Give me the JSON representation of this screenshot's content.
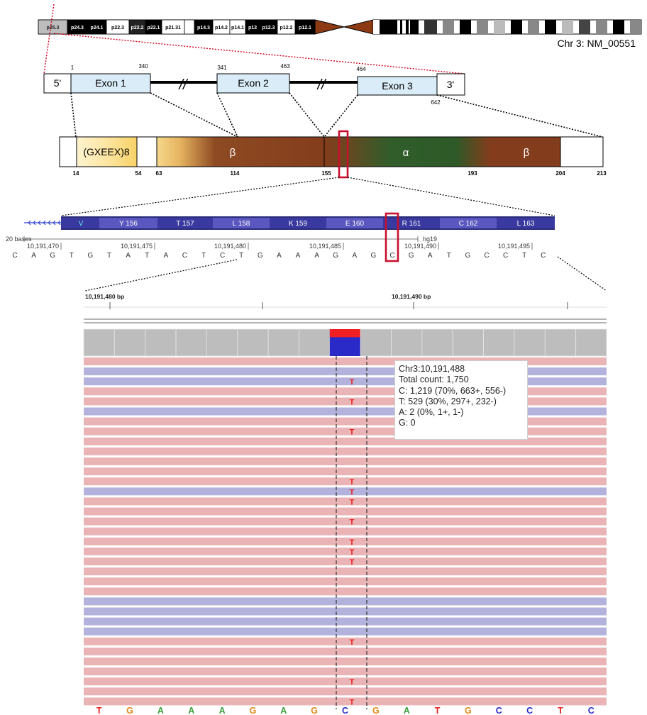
{
  "ideogram": {
    "bands": [
      "p25.3",
      "p24.3",
      "p24.1",
      "p22.3",
      "p22.2",
      "p22.1",
      "p21.31",
      "p14.3",
      "p14.2",
      "p14.1",
      "p13",
      "p12.3",
      "p12.2",
      "p12.1"
    ],
    "gene_label": "Chr 3: NM_00551"
  },
  "gene_model": {
    "five_prime": "5'",
    "three_prime": "3'",
    "exons": [
      {
        "label": "Exon 1",
        "start": "1",
        "end": "340"
      },
      {
        "label": "Exon 2",
        "start": "341",
        "end": "463"
      },
      {
        "label": "Exon 3",
        "start": "464",
        "end": "642"
      }
    ],
    "break_marks": [
      "//",
      "//"
    ]
  },
  "protein": {
    "domains": [
      {
        "label": "(GXEEX)8"
      },
      {
        "label": "β"
      },
      {
        "label": "α"
      },
      {
        "label": "β"
      }
    ],
    "ticks": [
      "14",
      "54",
      "63",
      "114",
      "155",
      "193",
      "204",
      "213"
    ]
  },
  "browser": {
    "amino_acids": [
      "V",
      "Y 156",
      "T 157",
      "L 158",
      "K 159",
      "E 160",
      "R 161",
      "C 162",
      "L 163"
    ],
    "scale_label": "20 bases",
    "assembly": "hg19",
    "coords": [
      "10,191,470",
      "10,191,475",
      "10,191,480",
      "10,191,485",
      "10,191,490",
      "10,191,495"
    ],
    "bases": [
      "C",
      "A",
      "G",
      "T",
      "G",
      "T",
      "A",
      "T",
      "A",
      "C",
      "T",
      "C",
      "T",
      "G",
      "A",
      "A",
      "A",
      "G",
      "A",
      "G",
      "C",
      "G",
      "A",
      "T",
      "G",
      "C",
      "C",
      "T",
      "C"
    ]
  },
  "igv": {
    "ruler_labels": [
      "10,191,480 bp",
      "10,191,490 bp"
    ],
    "mismatch_base": "T",
    "tooltip": {
      "position": "Chr3:10,191,488",
      "total": "Total count: 1,750",
      "c": "C: 1,219 (70%, 663+, 556-)",
      "t": "T: 529 (30%, 297+, 232-)",
      "a": "A: 2 (0%, 1+, 1-)",
      "g": "G: 0"
    },
    "sequence": [
      "T",
      "G",
      "A",
      "A",
      "A",
      "G",
      "A",
      "G",
      "C",
      "G",
      "A",
      "T",
      "G",
      "C",
      "C",
      "T",
      "C"
    ]
  },
  "colors": {
    "read_forward": "#eab4b6",
    "read_reverse": "#b3b2dc",
    "coverage": "#bdbdbd",
    "highlight_red": "#c8102e",
    "exon_fill": "#d9ecf7",
    "aa_track": "#2b2b7a",
    "base_A": "#3ca03c",
    "base_C": "#2a2ac8",
    "base_G": "#e08a1e",
    "base_T": "#e8211f"
  }
}
